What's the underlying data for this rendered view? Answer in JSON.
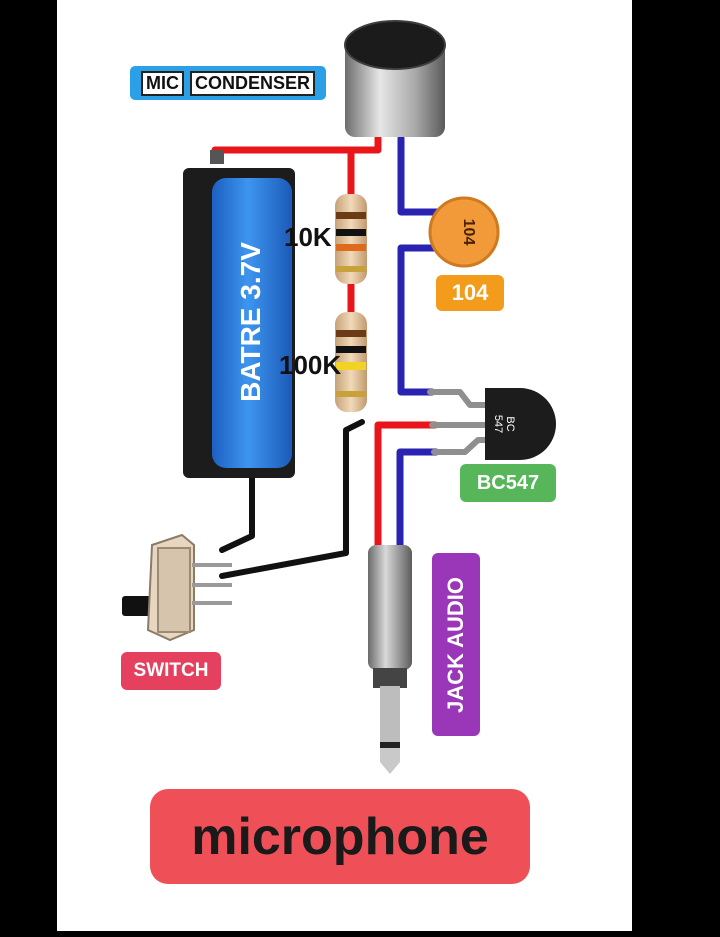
{
  "labels": {
    "mic_left": "MIC",
    "mic_right": "CONDENSER",
    "resistor_1": "10K",
    "resistor_2": "100K",
    "capacitor": "104",
    "capacitor_marking": "104",
    "transistor": "BC547",
    "transistor_marking_1": "BC",
    "transistor_marking_2": "547",
    "battery": "BATRE 3.7V",
    "switch": "SWITCH",
    "jack": "JACK AUDIO",
    "title": "microphone"
  },
  "colors": {
    "positive_wire": "#e8151b",
    "negative_wire": "#111111",
    "signal_wire": "#2a22b0",
    "transistor_leg": "#8f8f8f",
    "battery_body": "#2a7fe0",
    "mic_label_bg": "#2ba0e6",
    "capacitor_label_bg": "#f39b1b",
    "transistor_label_bg": "#57b65a",
    "switch_label_bg": "#e5415e",
    "jack_label_bg": "#9a37b8",
    "title_bg": "#ef5058"
  }
}
